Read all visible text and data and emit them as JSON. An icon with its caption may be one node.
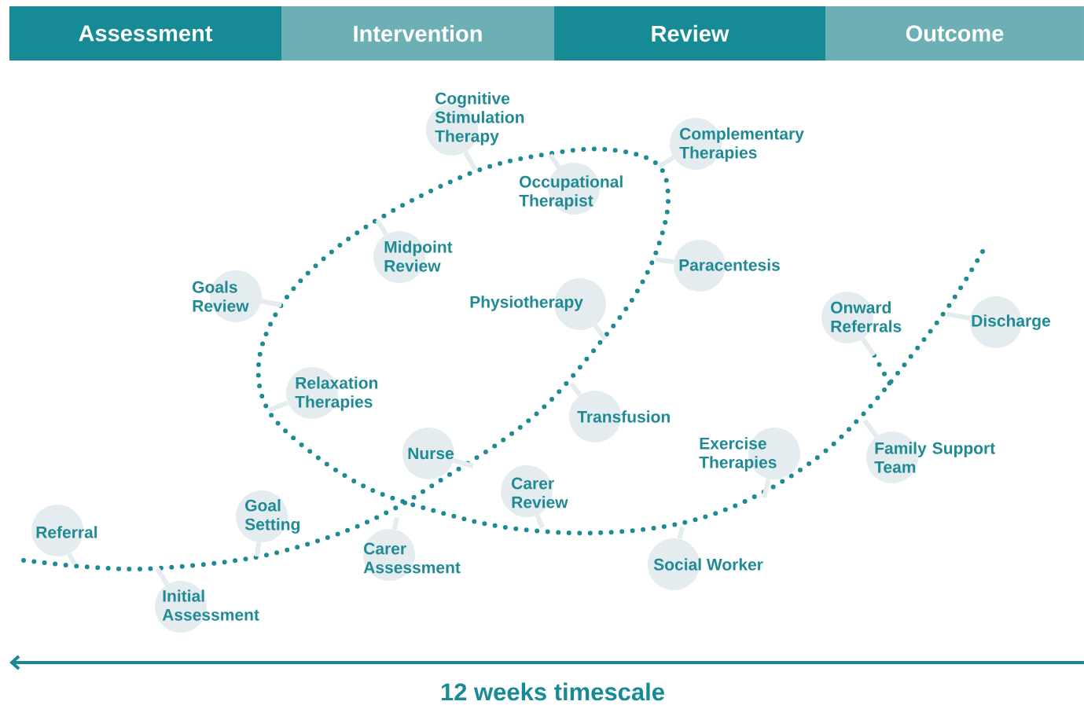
{
  "diagram": {
    "nodes": [
      {
        "text": [
          "Assessment"
        ]
      },
      {
        "text": [
          "Intervention"
        ]
      },
      {
        "text": [
          "Review"
        ]
      },
      {
        "text": [
          "Outcome"
        ]
      },
      {
        "text": [
          "Cognitive Stimulation Therapy"
        ]
      },
      {
        "text": [
          "Complementary Therapies"
        ]
      },
      {
        "text": [
          "Occupational Therapist"
        ]
      },
      {
        "text": [
          "Midpoint Review"
        ]
      },
      {
        "text": [
          "Paracentesis"
        ]
      },
      {
        "text": [
          "Goals Review"
        ]
      },
      {
        "text": [
          "Physiotherapy"
        ]
      },
      {
        "text": [
          "Onward Referrals"
        ]
      },
      {
        "text": [
          "Discharge"
        ]
      },
      {
        "text": [
          "Relaxation Therapies"
        ]
      },
      {
        "text": [
          "Transfusion"
        ]
      },
      {
        "text": [
          "Nurse"
        ]
      },
      {
        "text": [
          "Exercise Therapies"
        ]
      },
      {
        "text": [
          "Family Support Team"
        ]
      },
      {
        "text": [
          "Carer Review"
        ]
      },
      {
        "text": [
          "Referral"
        ]
      },
      {
        "text": [
          "Goal Setting"
        ]
      },
      {
        "text": [
          "Carer Assessment"
        ]
      },
      {
        "text": [
          "Social Worker"
        ]
      },
      {
        "text": [
          "Initial Assessment"
        ]
      }
    ],
    "edges": [
      {
        "from": 4,
        "to": null,
        "arrow": "none"
      },
      {
        "from": 5,
        "to": null,
        "arrow": "none"
      },
      {
        "from": 6,
        "to": null,
        "arrow": "none"
      },
      {
        "from": 7,
        "to": null,
        "arrow": "none"
      },
      {
        "from": 8,
        "to": null,
        "arrow": "none"
      },
      {
        "from": 9,
        "to": null,
        "arrow": "none"
      },
      {
        "from": 10,
        "to": null,
        "arrow": "none"
      },
      {
        "from": 11,
        "to": null,
        "arrow": "none"
      },
      {
        "from": 12,
        "to": null,
        "arrow": "none"
      },
      {
        "from": 13,
        "to": null,
        "arrow": "none"
      },
      {
        "from": 14,
        "to": null,
        "arrow": "none"
      },
      {
        "from": 15,
        "to": null,
        "arrow": "none"
      },
      {
        "from": 16,
        "to": null,
        "arrow": "none"
      },
      {
        "from": 17,
        "to": null,
        "arrow": "none"
      },
      {
        "from": 18,
        "to": null,
        "arrow": "none"
      },
      {
        "from": 19,
        "to": null,
        "arrow": "none"
      },
      {
        "from": 20,
        "to": null,
        "arrow": "none"
      },
      {
        "from": 21,
        "to": null,
        "arrow": "none"
      },
      {
        "from": 22,
        "to": null,
        "arrow": "none"
      },
      {
        "from": 23,
        "to": null,
        "arrow": "none"
      }
    ],
    "labels": [
      "12 weeks timescale"
    ]
  }
}
